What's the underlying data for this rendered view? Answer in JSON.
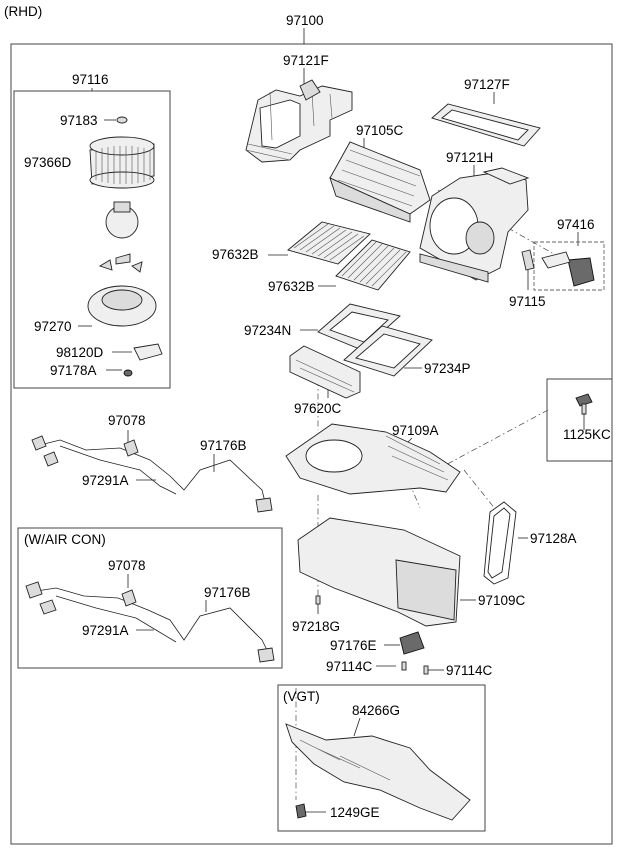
{
  "header": {
    "variant": "(RHD)",
    "assembly_number": "97100"
  },
  "groups": {
    "fan_box": "97116",
    "air_con_box": "(W/AIR CON)",
    "vgt_box": "(VGT)"
  },
  "parts": {
    "p97121F": "97121F",
    "p97127F": "97127F",
    "p97183": "97183",
    "p97105C": "97105C",
    "p97366D": "97366D",
    "p97121H": "97121H",
    "p97416": "97416",
    "p97632B_a": "97632B",
    "p97632B_b": "97632B",
    "p97115": "97115",
    "p97270": "97270",
    "p97234N": "97234N",
    "p98120D": "98120D",
    "p97234P": "97234P",
    "p97178A": "97178A",
    "p97620C": "97620C",
    "p1125KC": "1125KC",
    "p97078_a": "97078",
    "p97109A": "97109A",
    "p97176B_a": "97176B",
    "p97291A_a": "97291A",
    "p97128A": "97128A",
    "p97078_b": "97078",
    "p97176B_b": "97176B",
    "p97109C": "97109C",
    "p97291A_b": "97291A",
    "p97218G": "97218G",
    "p97176E": "97176E",
    "p97114C_a": "97114C",
    "p97114C_b": "97114C",
    "p84266G": "84266G",
    "p1249GE": "1249GE"
  }
}
